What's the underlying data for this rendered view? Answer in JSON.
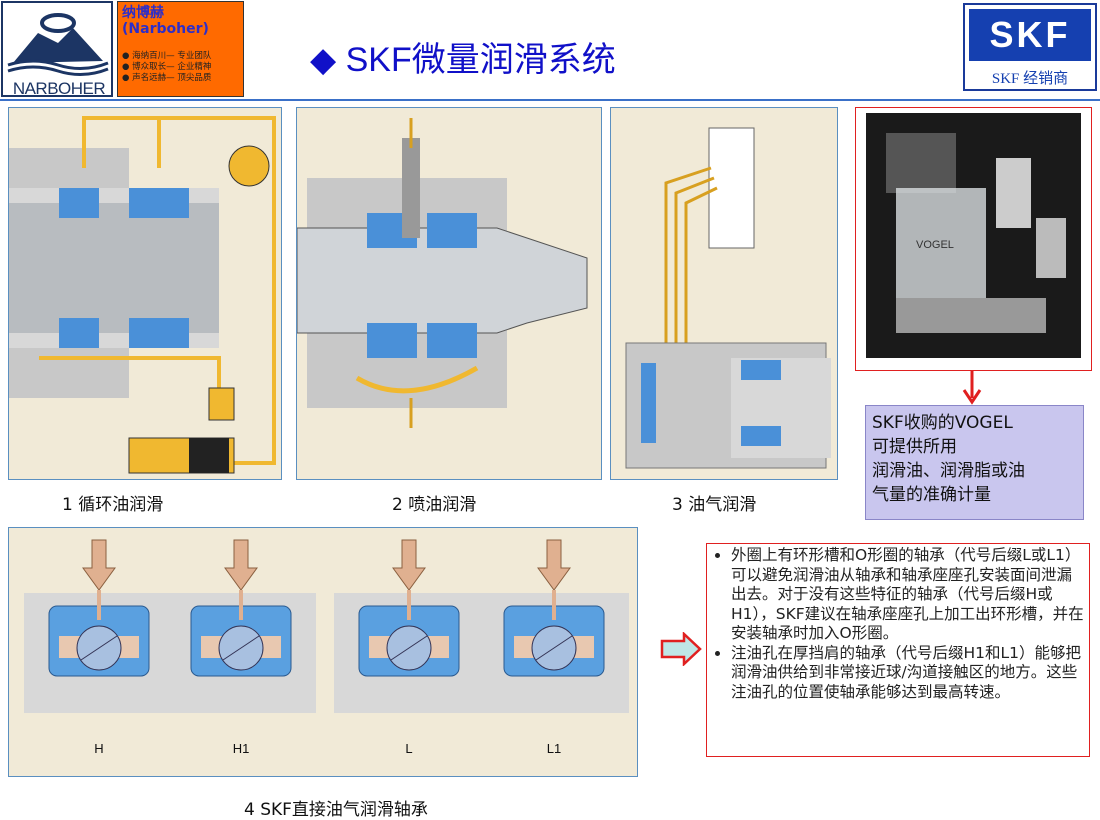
{
  "header": {
    "logo_text": "NARBOHER",
    "brand_cn": "纳博赫",
    "brand_en": "(Narboher)",
    "slogans": [
      "● 海纳百川— 专业团队",
      "● 博众取长— 企业精神",
      "● 声名远赫— 顶尖品质"
    ],
    "title": "◆ SKF微量润滑系统",
    "skf_logo": "SKF",
    "skf_dealer": "SKF  经销商"
  },
  "captions": {
    "p1": "1 循环油润滑",
    "p2": "2  喷油润滑",
    "p3": "3  油气润滑",
    "p4": "4  SKF直接油气润滑轴承"
  },
  "bearing_labels": [
    "H",
    "H1",
    "L",
    "L1"
  ],
  "photo": {
    "brand_label": "VOGEL"
  },
  "vogel_note": [
    "SKF收购的VOGEL",
    "可提供所用",
    "润滑油、润滑脂或油",
    "气量的准确计量"
  ],
  "notes": [
    "外圈上有环形槽和O形圈的轴承（代号后缀L或L1）可以避免润滑油从轴承和轴承座座孔安装面间泄漏出去。对于没有这些特征的轴承（代号后缀H或H1），SKF建议在轴承座座孔上加工出环形槽，并在安装轴承时加入O形圈。",
    "注油孔在厚挡肩的轴承（代号后缀H1和L1）能够把润滑油供给到非常接近球/沟道接触区的地方。这些注油孔的位置使轴承能够达到最高转速。"
  ],
  "colors": {
    "title": "#1010c8",
    "accent_orange": "#ff6a00",
    "oil": "#f0b830",
    "bearing_blue": "#4a90d8"
  }
}
